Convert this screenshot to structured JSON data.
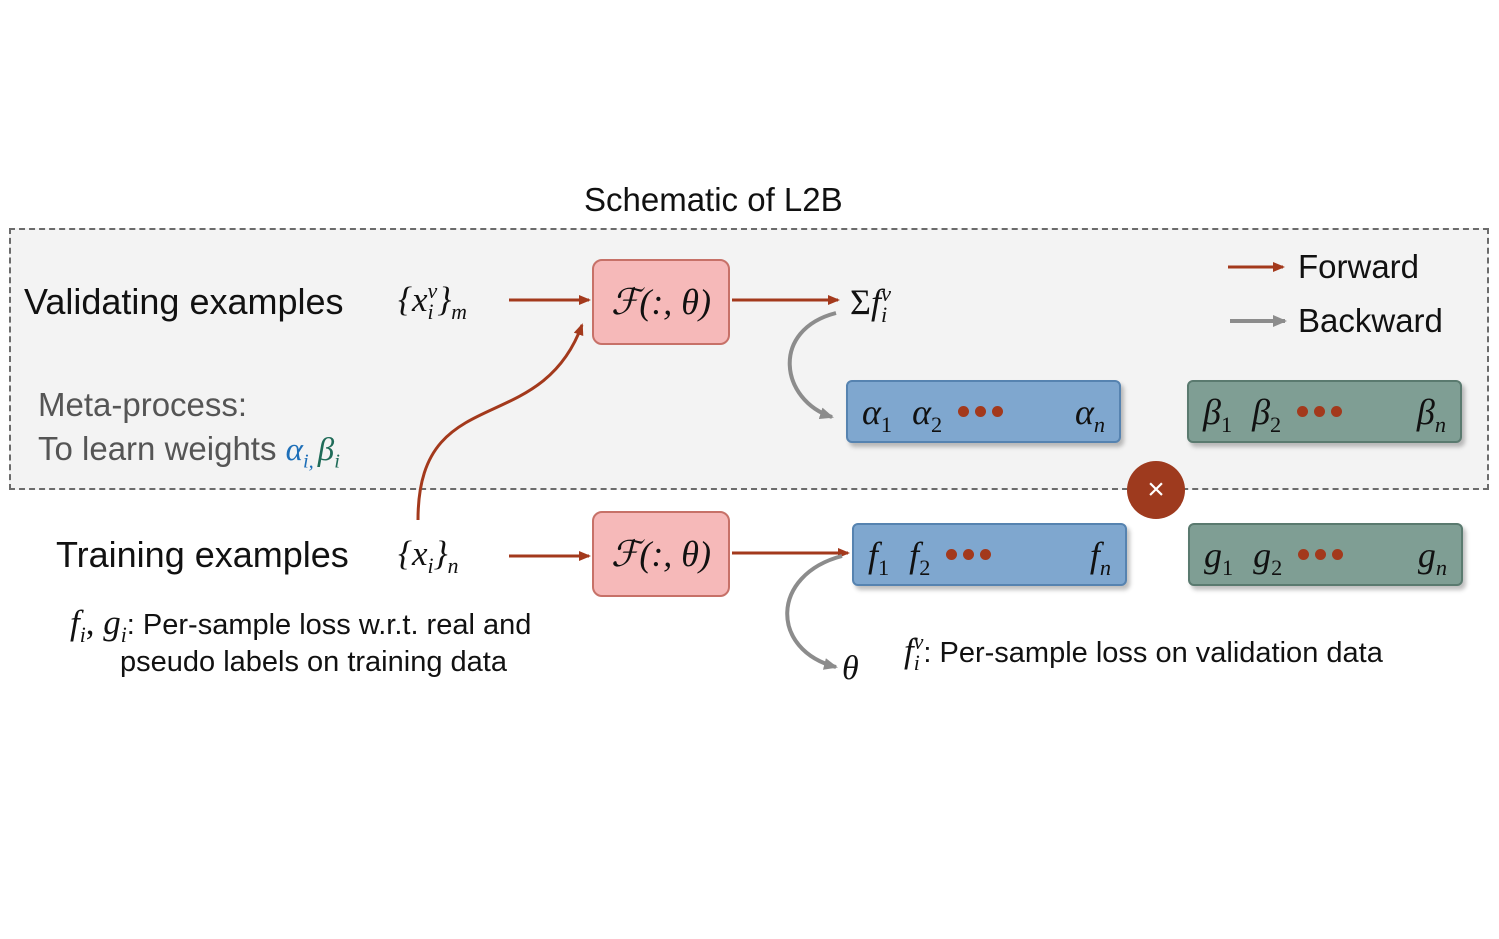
{
  "title": "Schematic of L2B",
  "validating": {
    "label": "Validating examples",
    "set_base": "{x",
    "set_sub": "i",
    "set_sup": "v",
    "set_close": "}",
    "set_count": "m"
  },
  "training": {
    "label": "Training examples",
    "set_base": "{x",
    "set_sub": "i",
    "set_close": "}",
    "set_count": "n"
  },
  "model": {
    "script_f": "ℱ",
    "args": "(:, θ)"
  },
  "sum_output": {
    "sigma": "Σ",
    "f": "f",
    "sub": "i",
    "sup": "v"
  },
  "alpha_vector": {
    "sym": "α",
    "subs": [
      "1",
      "2",
      "n"
    ]
  },
  "beta_vector": {
    "sym": "β",
    "subs": [
      "1",
      "2",
      "n"
    ]
  },
  "f_vector": {
    "sym": "f",
    "subs": [
      "1",
      "2",
      "n"
    ]
  },
  "g_vector": {
    "sym": "g",
    "subs": [
      "1",
      "2",
      "n"
    ]
  },
  "legend": {
    "forward": "Forward",
    "backward": "Backward",
    "forward_color": "#a3391c",
    "backward_color": "#8c8c8c"
  },
  "meta_process": {
    "line1": "Meta-process:",
    "line2_prefix": "To learn weights ",
    "alpha": "α",
    "alpha_sub": "i,",
    "beta": "β",
    "beta_sub": "i"
  },
  "multiply_symbol": "×",
  "notes": {
    "fg_sym_f": "f",
    "fg_sym_g": "g",
    "fg_sub": "i",
    "fg_sep": ", ",
    "fg_text_line1": ": Per-sample loss w.r.t. real and",
    "fg_text_line2": "pseudo labels on training data",
    "fv_sym": "f",
    "fv_sub": "i",
    "fv_sup": "v",
    "fv_text": ": Per-sample loss on validation data"
  },
  "theta_output": "θ",
  "colors": {
    "forward": "#a3391c",
    "backward": "#8c8c8c",
    "model_box": "#f6b9b9",
    "alpha_box": "#7fa7cf",
    "beta_box": "#7f9e94",
    "accent_alpha": "#1e6fb8",
    "accent_beta": "#1f6b58"
  }
}
